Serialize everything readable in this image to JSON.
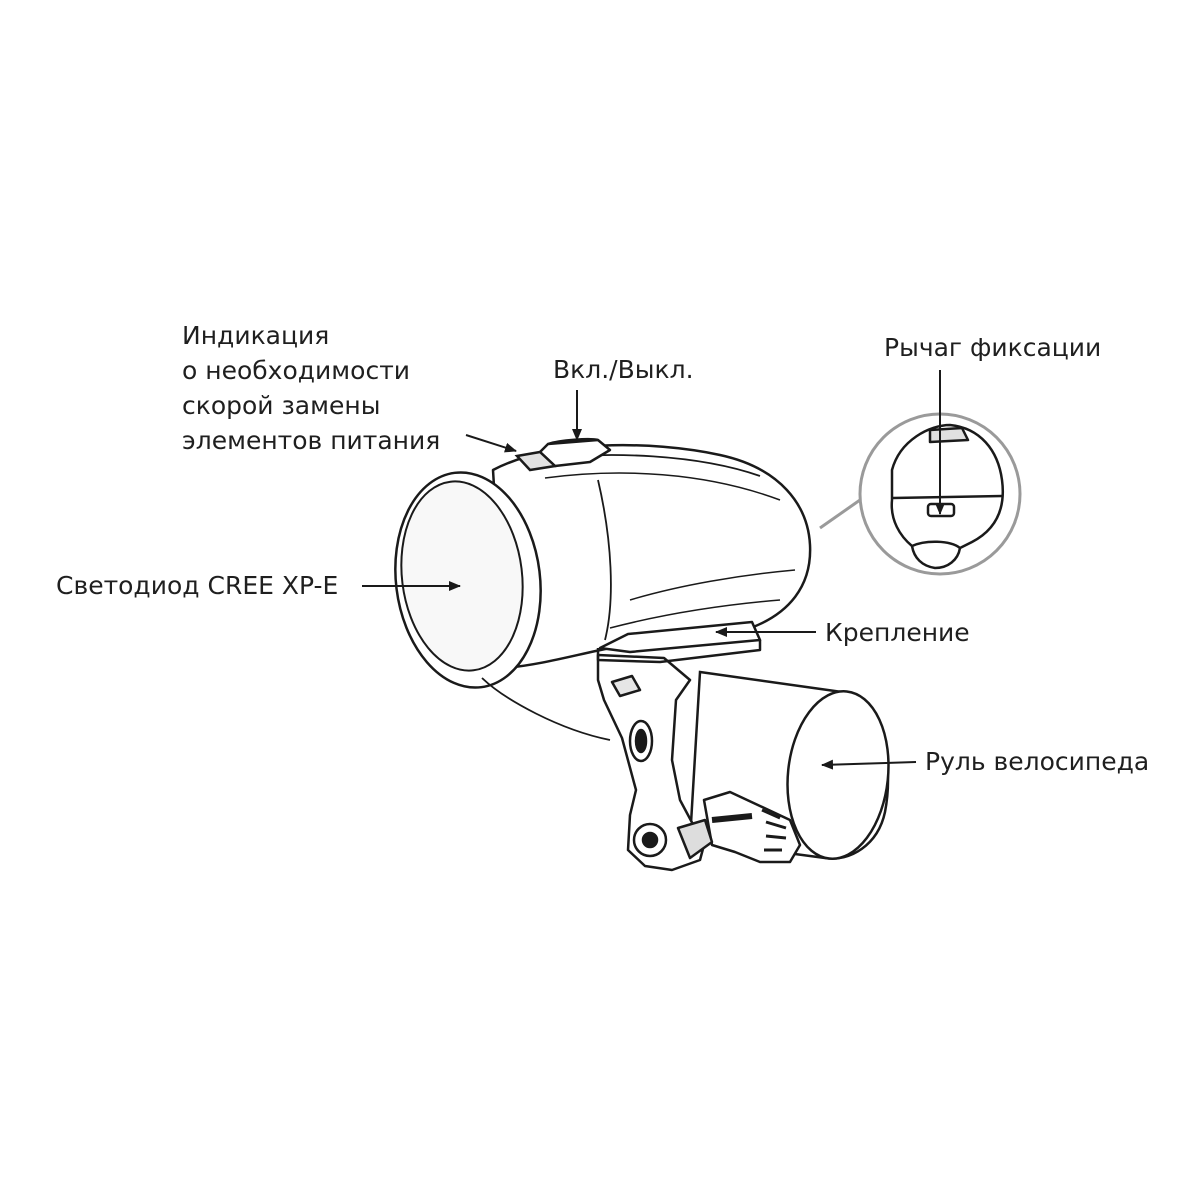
{
  "labels": {
    "battery_indicator": [
      "Индикация",
      "о необходимости",
      "скорой замены",
      "элементов питания"
    ],
    "power_switch": "Вкл./Выкл.",
    "lock_lever": "Рычаг фиксации",
    "led": "Светодиод CREE XP-E",
    "mount": "Крепление",
    "handlebar": "Руль велосипеда"
  },
  "colors": {
    "line": "#1a1a1a",
    "text": "#1f1f1f",
    "detail_circle": "#9a9a9a",
    "shading": "#f4f4f4"
  }
}
